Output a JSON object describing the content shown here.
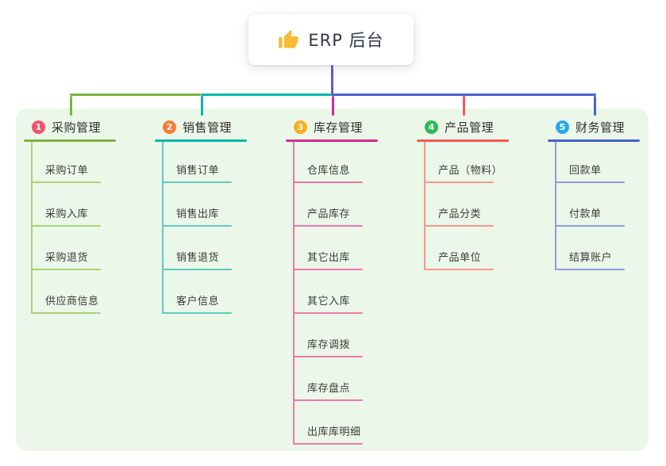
{
  "root": {
    "label": "ERP 后台",
    "icon": "thumb-up-icon",
    "icon_color": "#f7bc31",
    "drop_line_color": "#5a5ed0"
  },
  "panel": {
    "background": "#ebf7e8"
  },
  "connector": {
    "segment_colors": [
      "#7cb342",
      "#0ab5ac",
      "#4563cf"
    ]
  },
  "branches": [
    {
      "index": "1",
      "label": "采购管理",
      "badge_color": "#f4516c",
      "line_color": "#7cb342",
      "child_line_color": "#a9d377",
      "children": [
        "采购订单",
        "采购入库",
        "采购退货",
        "供应商信息"
      ]
    },
    {
      "index": "2",
      "label": "销售管理",
      "badge_color": "#f97c35",
      "line_color": "#0ab5ac",
      "child_line_color": "#5fccc1",
      "children": [
        "销售订单",
        "销售出库",
        "销售退货",
        "客户信息"
      ]
    },
    {
      "index": "3",
      "label": "库存管理",
      "badge_color": "#fcae17",
      "line_color": "#d12d8b",
      "child_line_color": "#ef77b0",
      "children": [
        "仓库信息",
        "产品库存",
        "其它出库",
        "其它入库",
        "库存调拨",
        "库存盘点",
        "出库库明细"
      ]
    },
    {
      "index": "4",
      "label": "产品管理",
      "badge_color": "#2bbb55",
      "line_color": "#f65658",
      "child_line_color": "#fb958b",
      "children": [
        "产品（物料）",
        "产品分类",
        "产品单位"
      ]
    },
    {
      "index": "5",
      "label": "财务管理",
      "badge_color": "#29a8ec",
      "line_color": "#4563cf",
      "child_line_color": "#8b9bdf",
      "children": [
        "回款单",
        "付款单",
        "结算账户"
      ]
    }
  ]
}
